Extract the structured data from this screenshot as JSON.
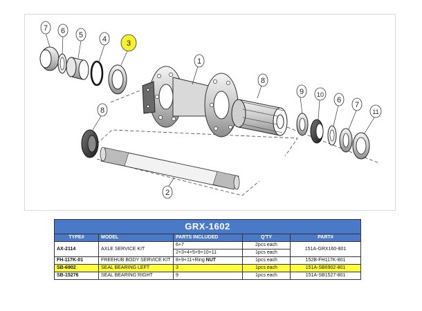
{
  "diagram": {
    "callouts": [
      "7",
      "6",
      "5",
      "4",
      "3",
      "1",
      "8",
      "8",
      "9",
      "10",
      "6",
      "7",
      "11",
      "2"
    ],
    "highlight_color": "#f5f032"
  },
  "table": {
    "title": "GRX-1602",
    "header_color": "#4a79c7",
    "highlight_color": "#ffff3c",
    "columns": [
      "TYPE#",
      "MODEL",
      "PARTS INCLUDED",
      "Q'TY",
      "PART#"
    ],
    "rows": [
      {
        "type": "AX-2114",
        "model": "AXLE SERVICE KIT",
        "parts": "6+7",
        "qty": "2pcs each",
        "part": "151A-GRX160-801"
      },
      {
        "parts": "2+3+4+5+9+10+11",
        "qty": "1pcs each"
      },
      {
        "type": "FH-117K-01",
        "model": "FREEHUB BODY SERVICE KIT",
        "parts": "8+9+11+Ring",
        "parts_bold": "NUT",
        "qty": "1pcs each",
        "part": "152B-FH117K-801"
      },
      {
        "type": "SB-6902",
        "model": "SEAL BEARING LEFT",
        "parts": "3",
        "qty": "1pcs each",
        "part": "151A-SB6902-801"
      },
      {
        "type": "SB-15276",
        "model": "SEAL BEARING RIGHT",
        "parts": "9",
        "qty": "1pcs each",
        "part": "151A-SB1527-801"
      }
    ]
  }
}
